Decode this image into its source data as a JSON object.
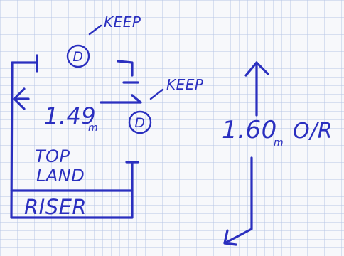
{
  "paper": {
    "background_color": "#f7f8fb",
    "grid_color": "#b7c6e6",
    "ink_color": "#2a2fbf"
  },
  "annotations": {
    "keep_top": "KEEP",
    "keep_right": "KEEP",
    "door_top": "D",
    "door_right": "D",
    "width_value": "1.49",
    "width_unit": "m",
    "top_landing_line1": "TOP",
    "top_landing_line2": "LAND",
    "height_value": "1.60",
    "height_unit": "m",
    "height_suffix": "O/R",
    "riser": "RISER"
  }
}
